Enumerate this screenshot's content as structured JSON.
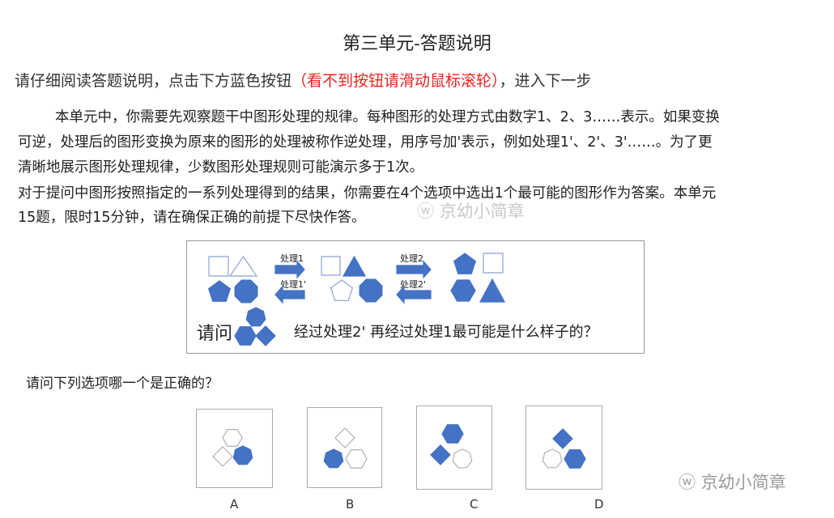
{
  "title": "第三单元-答题说明",
  "instruction": {
    "before": "请仔细阅读答题说明，点击下方蓝色按钮",
    "highlight": "（看不到按钮请滑动鼠标滚轮）",
    "after": "，进入下一步"
  },
  "paragraph_lines": [
    "本单元中，你需要先观察题干中图形处理的规律。每种图形的处理方式由数字1、2、3……表示。如果变换",
    "可逆，处理后的图形变换为原来的图形的处理被称作逆处理，用序号加'表示，例如处理1'、2'、3'……。为了更",
    "清晰地展示图形处理规律，少数图形处理规则可能演示多于1次。",
    "对于提问中图形按照指定的一系列处理得到的结果，你需要在4个选项中选出1个最可能的图形作为答案。本单元",
    "15题，限时15分钟，请在确保正确的前提下尽快作答。"
  ],
  "watermark": "京幼小简章",
  "figure": {
    "arrows": [
      "处理1",
      "处理1'",
      "处理2",
      "处理2'"
    ],
    "ask_label": "请问",
    "question": "经过处理2'  再经过处理1最可能是什么样子的？"
  },
  "question": "请问下列选项哪一个是正确的？",
  "options": [
    "A",
    "B",
    "C",
    "D"
  ],
  "colors": {
    "shape_fill": "#4472C4",
    "highlight": "#e8251f"
  }
}
